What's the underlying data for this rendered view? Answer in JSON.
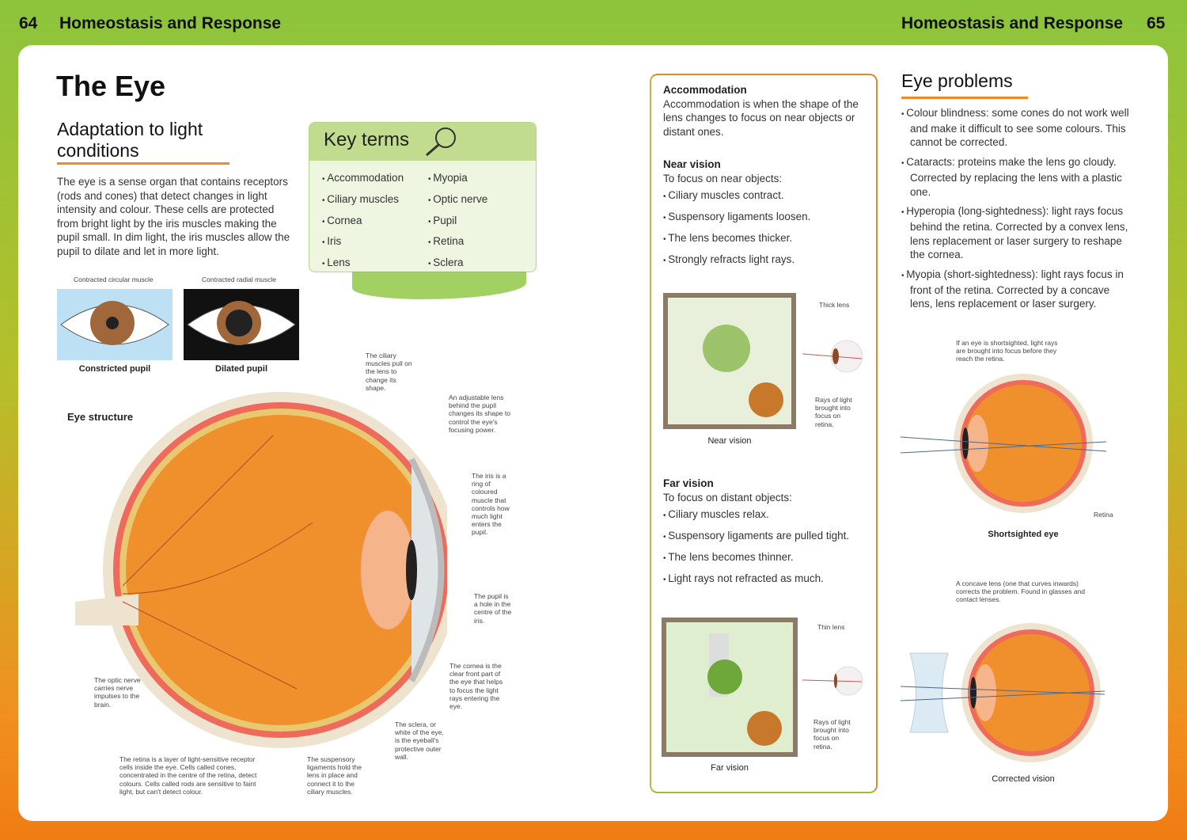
{
  "header": {
    "left_page_number": "64",
    "left_title": "Homeostasis and Response",
    "right_title": "Homeostasis and Response",
    "right_page_number": "65"
  },
  "left": {
    "title": "The Eye",
    "subtitle": "Adaptation to light conditions",
    "intro": "The eye is a sense organ that contains receptors (rods and cones) that detect changes in light intensity and colour. These cells are protected from bright light by the iris muscles making the pupil small. In dim light, the iris muscles allow the pupil to dilate and let in more light.",
    "pupils": [
      {
        "label": "Contracted circular muscle",
        "caption": "Constricted pupil"
      },
      {
        "label": "Contracted radial muscle",
        "caption": "Dilated pupil"
      }
    ],
    "key_terms": {
      "title": "Key terms",
      "col1": [
        "Accommodation",
        "Ciliary muscles",
        "Cornea",
        "Iris",
        "Lens"
      ],
      "col2": [
        "Myopia",
        "Optic nerve",
        "Pupil",
        "Retina",
        "Sclera"
      ]
    },
    "eye_structure": {
      "title": "Eye structure",
      "labels": {
        "ciliary": "The ciliary muscles pull on the lens to change its shape.",
        "lens": "An adjustable lens behind the pupil changes its shape to control the eye's focusing power.",
        "iris": "The iris is a ring of coloured muscle that controls how much light enters the pupil.",
        "pupil": "The pupil is a hole in the centre of the iris.",
        "cornea": "The cornea is the clear front part of the eye that helps to focus the light rays entering the eye.",
        "sclera": "The sclera, or white of the eye, is the eyeball's protective outer wall.",
        "optic": "The optic nerve carries nerve impulses to the brain.",
        "retina": "The retina is a layer of light-sensitive receptor cells inside the eye. Cells called cones, concentrated in the centre of the retina, detect colours. Cells called rods are sensitive to faint light, but can't detect colour.",
        "suspensory": "The suspensory ligaments hold the lens in place and connect it to the ciliary muscles."
      }
    }
  },
  "right": {
    "accommodation": {
      "title": "Accommodation",
      "text": "Accommodation is when the shape of the lens changes to focus on near objects or distant ones."
    },
    "near": {
      "title": "Near vision",
      "intro": "To focus on near objects:",
      "items": [
        "Ciliary muscles contract.",
        "Suspensory ligaments loosen.",
        "The lens becomes thicker.",
        "Strongly refracts light rays."
      ],
      "lens_label": "Thick lens",
      "rays_label": "Rays of light brought into focus on retina.",
      "caption": "Near vision"
    },
    "far": {
      "title": "Far vision",
      "intro": "To focus on distant objects:",
      "items": [
        "Ciliary muscles relax.",
        "Suspensory ligaments are pulled tight.",
        "The lens becomes thinner.",
        "Light rays not refracted as much."
      ],
      "lens_label": "Thin lens",
      "rays_label": "Rays of light brought into focus on retina.",
      "caption": "Far vision"
    },
    "eye_problems": {
      "title": "Eye problems",
      "items": [
        "Colour blindness: some cones do not work well and make it difficult to see some colours. This cannot be corrected.",
        "Cataracts: proteins make the lens go cloudy. Corrected by replacing the lens with a plastic one.",
        "Hyperopia (long-sightedness): light rays focus behind the retina. Corrected by a convex lens, lens replacement or laser surgery to reshape the cornea.",
        "Myopia (short-sightedness): light rays focus in front of the retina. Corrected by a concave lens, lens replacement or laser surgery."
      ]
    },
    "short": {
      "note": "If an eye is shortsighted, light rays are brought into focus before they reach the retina.",
      "retina": "Retina",
      "caption": "Shortsighted eye"
    },
    "corrected": {
      "note": "A concave lens (one that curves inwards) corrects the problem. Found in glasses and contact lenses.",
      "caption": "Corrected vision"
    }
  }
}
